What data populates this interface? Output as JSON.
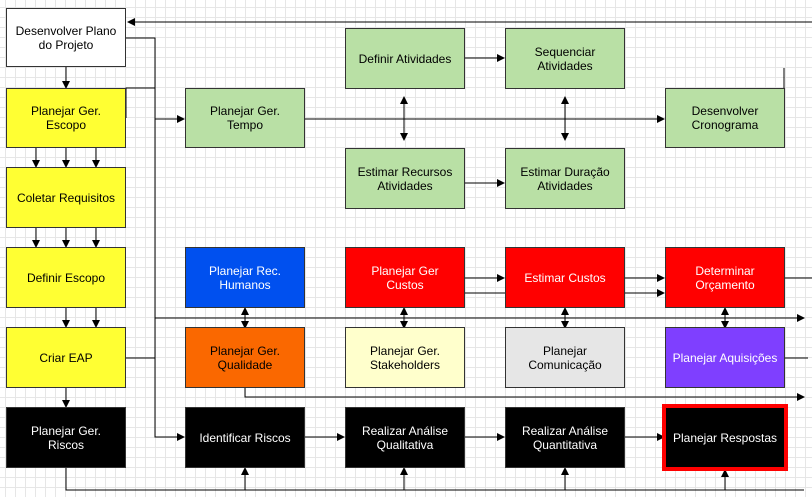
{
  "nodes": {
    "desenvolver_plano": "Desenvolver Plano do Projeto",
    "planejar_escopo": "Planejar Ger. Escopo",
    "coletar_requisitos": "Coletar Requisitos",
    "definir_escopo": "Definir Escopo",
    "criar_eap": "Criar EAP",
    "planejar_riscos": "Planejar Ger. Riscos",
    "planejar_tempo": "Planejar Ger. Tempo",
    "definir_atividades": "Definir Atividades",
    "sequenciar_atividades": "Sequenciar Atividades",
    "estimar_recursos": "Estimar Recursos Atividades",
    "estimar_duracao": "Estimar Duração Atividades",
    "desenvolver_cronograma": "Desenvolver Cronograma",
    "planejar_rh": "Planejar Rec. Humanos",
    "planejar_custos": "Planejar Ger Custos",
    "estimar_custos": "Estimar Custos",
    "determinar_orcamento": "Determinar Orçamento",
    "planejar_qualidade": "Planejar Ger. Qualidade",
    "planejar_stakeholders": "Planejar Ger. Stakeholders",
    "planejar_comunicacao": "Planejar Comunicação",
    "planejar_aquisicoes": "Planejar Aquisições",
    "identificar_riscos": "Identificar Riscos",
    "analise_qualitativa": "Realizar Análise Qualitativa",
    "analise_quantitativa": "Realizar Análise Quantitativa",
    "planejar_respostas": "Planejar Respostas"
  },
  "colors": {
    "yellow": "#ffff33",
    "green": "#b9e0a5",
    "blue": "#0050ef",
    "red": "#ff0000",
    "orange": "#fa6800",
    "light_yellow": "#ffffcc",
    "light_gray": "#e6e6e6",
    "purple": "#7f3fff",
    "black": "#000000",
    "highlight": "#ff0000"
  }
}
